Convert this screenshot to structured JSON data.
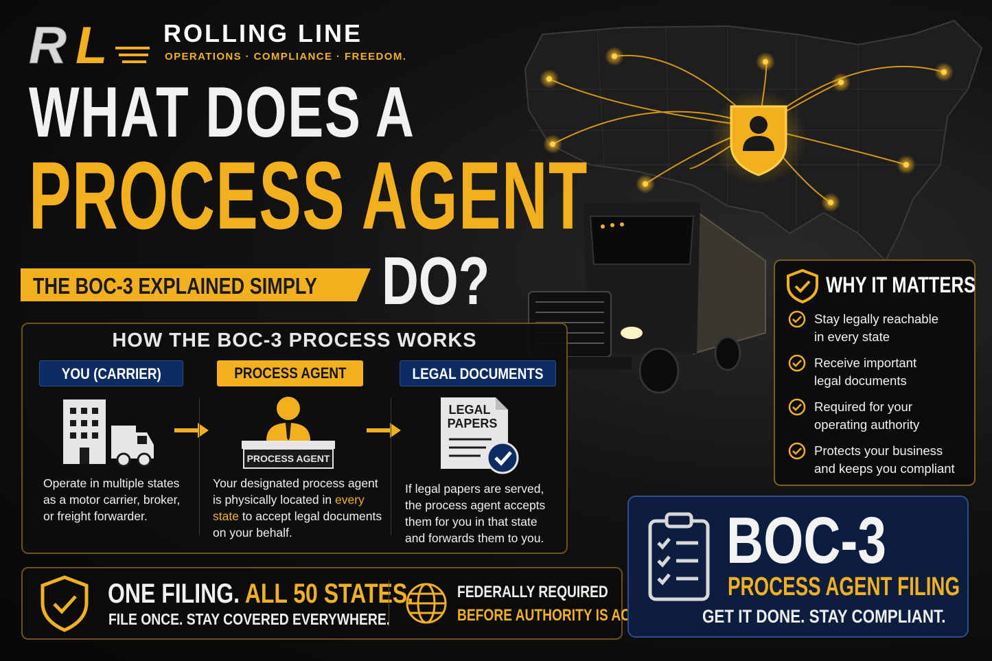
{
  "brand": {
    "name": "ROLLING LINE",
    "tagline": "OPERATIONS · COMPLIANCE · FREEDOM.",
    "logo_text": "RL"
  },
  "headline": {
    "line1": "WHAT DOES A",
    "line2": "PROCESS AGENT",
    "line3": "DO?",
    "subtitle": "THE BOC-3 EXPLAINED SIMPLY"
  },
  "process": {
    "title": "HOW THE BOC-3 PROCESS WORKS",
    "steps": [
      {
        "label": "YOU (CARRIER)",
        "icon": "building-truck-icon",
        "description_lines": [
          "Operate in multiple states",
          "as a motor carrier, broker,",
          "or freight forwarder."
        ]
      },
      {
        "label": "PROCESS AGENT",
        "icon": "agent-desk-icon",
        "desk_sign": "PROCESS AGENT",
        "description_lines": [
          "Your designated process agent",
          "is physically located in ",
          "every",
          "state",
          " to accept legal documents",
          "on your behalf."
        ]
      },
      {
        "label": "LEGAL DOCUMENTS",
        "icon": "legal-papers-icon",
        "paper_text_line1": "LEGAL",
        "paper_text_line2": "PAPERS",
        "description_lines": [
          "If legal papers are served,",
          "the process agent accepts",
          "them for you in that state",
          "and forwards them to you."
        ]
      }
    ]
  },
  "why_it_matters": {
    "title": "WHY IT MATTERS",
    "items": [
      [
        "Stay legally reachable",
        "in every state"
      ],
      [
        "Receive important",
        "legal documents"
      ],
      [
        "Required for your",
        "operating authority"
      ],
      [
        "Protects your business",
        "and keeps you compliant"
      ]
    ]
  },
  "bottom": {
    "filing_part1": "ONE FILING.",
    "filing_part2": "ALL 50 STATES.",
    "filing_sub": "FILE ONCE. STAY COVERED EVERYWHERE.",
    "federal_line1": "FEDERALLY REQUIRED",
    "federal_line2": "BEFORE AUTHORITY IS ACTIVE"
  },
  "boc_card": {
    "title": "BOC-3",
    "subtitle": "PROCESS AGENT FILING",
    "cta": "GET IT DONE. STAY COMPLIANT."
  },
  "colors": {
    "accent_gold": "#f2b01e",
    "navy": "#0d2c63",
    "background": "#0b0b0b"
  }
}
